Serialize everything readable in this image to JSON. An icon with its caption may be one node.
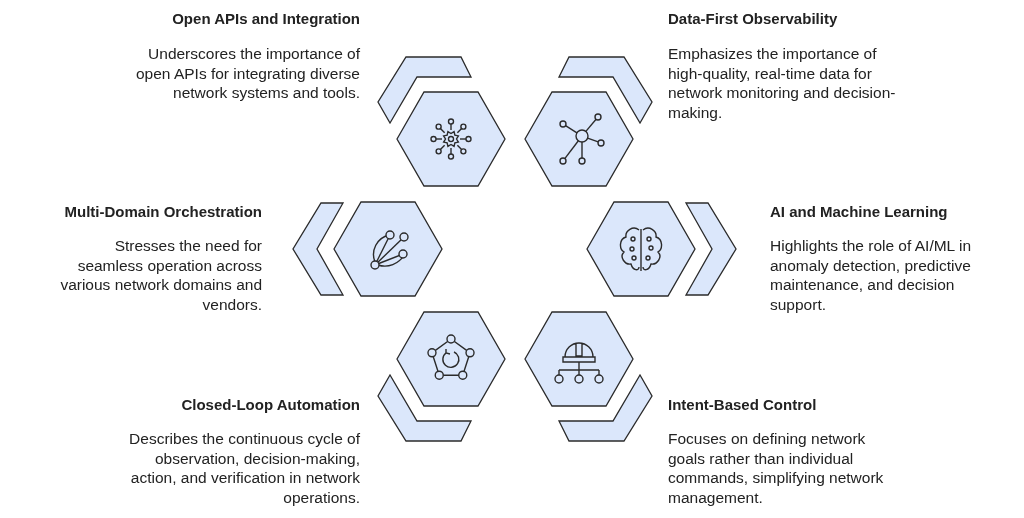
{
  "diagram": {
    "nodes": [
      {
        "text": [
          "Open APIs and Integration",
          "Underscores the importance of open APIs for integrating diverse network systems and tools."
        ]
      },
      {
        "text": [
          "Data-First Observability",
          "Emphasizes the importance of high-quality, real-time data for network monitoring and decision-making."
        ]
      },
      {
        "text": [
          "Multi-Domain Orchestration",
          "Stresses the need for seamless operation across various network domains and vendors."
        ]
      },
      {
        "text": [
          "AI and Machine Learning",
          "Highlights the role of AI/ML in anomaly detection, predictive maintenance, and decision support."
        ]
      },
      {
        "text": [
          "Closed-Loop Automation",
          "Describes the continuous cycle of observation, decision-making, action, and verification in network operations."
        ]
      },
      {
        "text": [
          "Intent-Based Control",
          "Focuses on defining network goals rather than individual commands, simplifying network management."
        ]
      }
    ]
  }
}
